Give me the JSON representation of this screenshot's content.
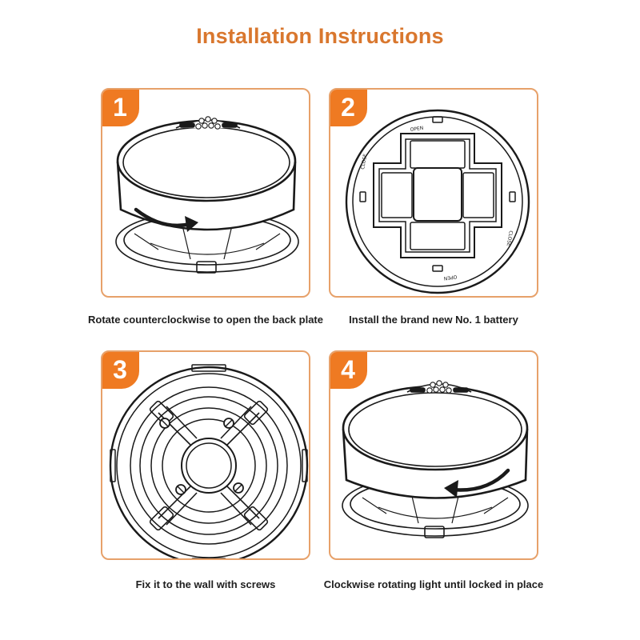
{
  "title": "Installation Instructions",
  "colors": {
    "accent": "#ef7a22",
    "title": "#d9772e",
    "border": "#e7a16a",
    "ink": "#1a1a1a"
  },
  "steps": [
    {
      "number": "1",
      "caption": "Rotate counterclockwise to open the back plate"
    },
    {
      "number": "2",
      "caption": "Install the brand new No. 1 battery",
      "labels": {
        "open": "OPEN",
        "close": "CLOSE"
      }
    },
    {
      "number": "3",
      "caption": "Fix it to the wall with screws"
    },
    {
      "number": "4",
      "caption": "Clockwise rotating light until locked in place"
    }
  ]
}
